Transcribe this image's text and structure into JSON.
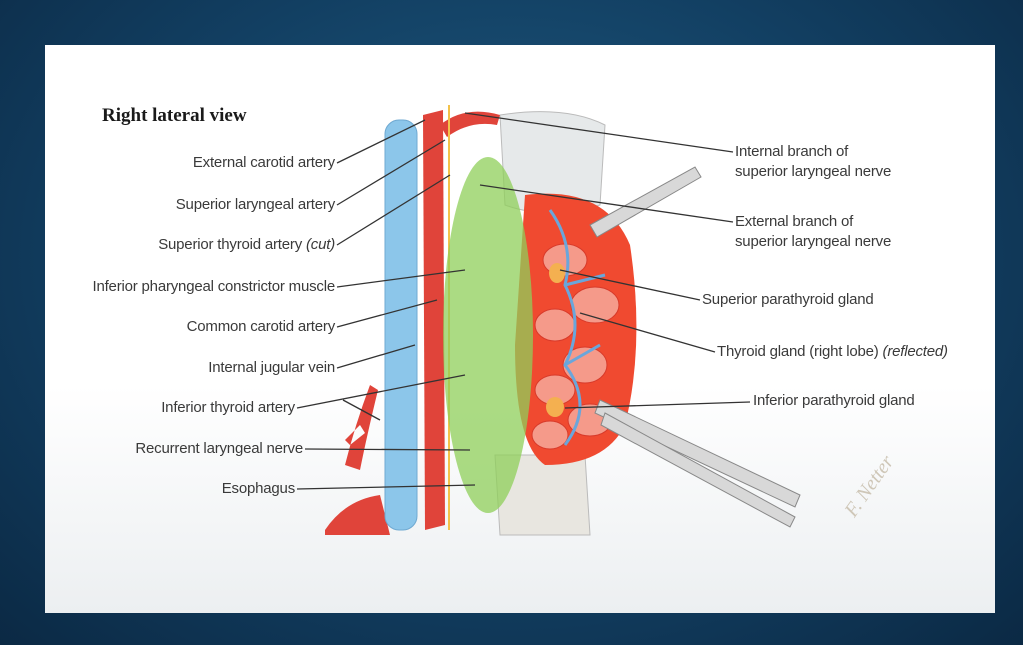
{
  "title": "Right lateral view",
  "left_labels": {
    "external_carotid": "External carotid artery",
    "superior_laryngeal_artery": "Superior laryngeal artery",
    "superior_thyroid": "Superior thyroid artery",
    "superior_thyroid_note": "(cut)",
    "inferior_pharyngeal": "Inferior pharyngeal constrictor muscle",
    "common_carotid": "Common carotid artery",
    "internal_jugular": "Internal jugular vein",
    "inferior_thyroid": "Inferior thyroid artery",
    "recurrent_laryngeal": "Recurrent laryngeal nerve",
    "esophagus": "Esophagus"
  },
  "right_labels": {
    "internal_branch_1": "Internal branch of",
    "internal_branch_2": "superior laryngeal nerve",
    "external_branch_1": "External branch of",
    "external_branch_2": "superior laryngeal nerve",
    "superior_parathyroid": "Superior parathyroid gland",
    "thyroid_gland": "Thyroid gland (right lobe)",
    "thyroid_note": "(reflected)",
    "inferior_parathyroid": "Inferior parathyroid gland"
  },
  "signature": "F. Netter",
  "colors": {
    "artery": "#e0443a",
    "vein": "#8cc6ea",
    "gland": "#f04a30",
    "highlight": "#8fcf5a"
  }
}
